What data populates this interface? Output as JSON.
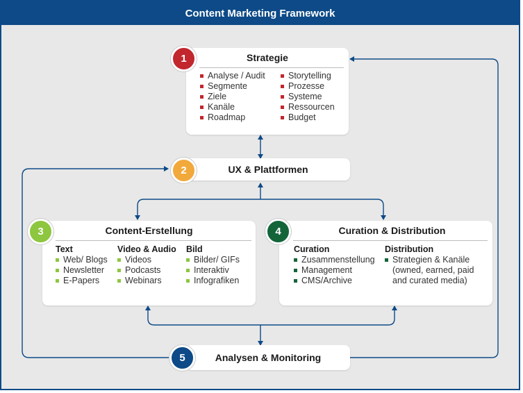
{
  "title": "Content Marketing Framework",
  "colors": {
    "header": "#0d4a87",
    "step1": "#c1272d",
    "step2": "#f2a93b",
    "step3": "#8dc63f",
    "step4": "#14643a",
    "step5": "#0d4a87"
  },
  "strategie": {
    "number": "1",
    "title": "Strategie",
    "left": [
      "Analyse / Audit",
      "Segmente",
      "Ziele",
      "Kanäle",
      "Roadmap"
    ],
    "right": [
      "Storytelling",
      "Prozesse",
      "Systeme",
      "Ressourcen",
      "Budget"
    ]
  },
  "ux": {
    "number": "2",
    "title": "UX & Plattformen"
  },
  "content": {
    "number": "3",
    "title": "Content-Erstellung",
    "columns": [
      {
        "heading": "Text",
        "items": [
          "Web/ Blogs",
          "Newsletter",
          "E-Papers"
        ]
      },
      {
        "heading": "Video & Audio",
        "items": [
          "Videos",
          "Podcasts",
          "Webinars"
        ]
      },
      {
        "heading": "Bild",
        "items": [
          "Bilder/ GIFs",
          "Interaktiv",
          "Infografiken"
        ]
      }
    ]
  },
  "curation": {
    "number": "4",
    "title": "Curation & Distribution",
    "columns": [
      {
        "heading": "Curation",
        "items": [
          "Zusammenstellung",
          "Management",
          "CMS/Archive"
        ]
      },
      {
        "heading": "Distribution",
        "items": [
          "Strategien & Kanäle"
        ],
        "note_lines": [
          "(owned, earned, paid",
          "and curated media)"
        ]
      }
    ]
  },
  "analysen": {
    "number": "5",
    "title": "Analysen & Monitoring"
  }
}
